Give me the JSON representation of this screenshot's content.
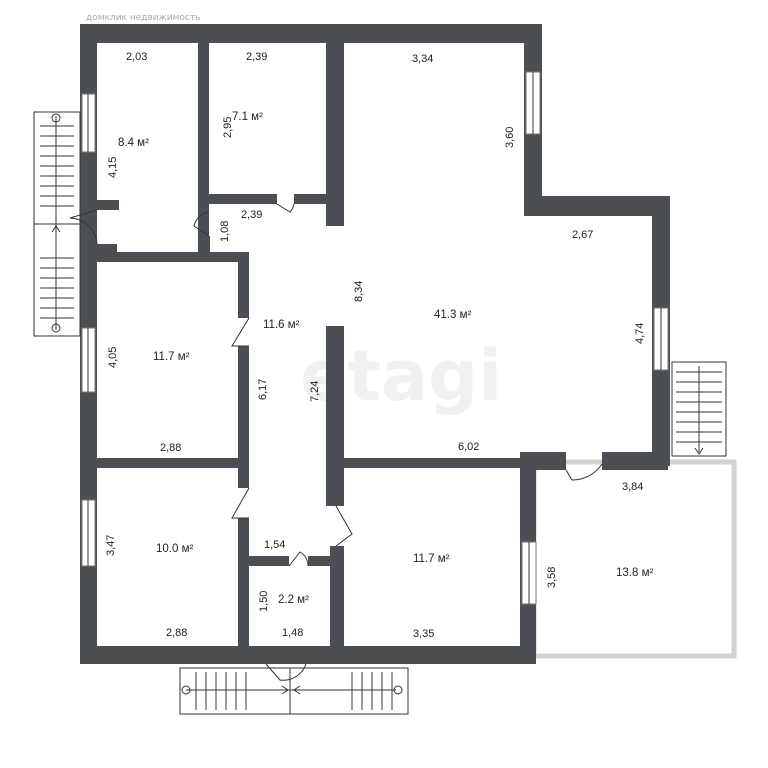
{
  "brand": "домклик недвижимость",
  "watermark": "etagi",
  "rooms": [
    {
      "id": "room-nw",
      "area": "8.4 м²"
    },
    {
      "id": "room-closet",
      "area": "7.1 м²"
    },
    {
      "id": "room-living",
      "area": "41.3 м²"
    },
    {
      "id": "room-corridor",
      "area": "11.6 м²"
    },
    {
      "id": "room-west-mid",
      "area": "11.7 м²"
    },
    {
      "id": "room-sw",
      "area": "10.0 м²"
    },
    {
      "id": "room-bath",
      "area": "2.2 м²"
    },
    {
      "id": "room-south",
      "area": "11.7 м²"
    },
    {
      "id": "room-terrace",
      "area": "13.8 м²"
    }
  ],
  "dimensions": [
    "2,03",
    "2,39",
    "3,34",
    "2,95",
    "4,15",
    "3,60",
    "2,39",
    "1,08",
    "2,67",
    "8,34",
    "4,74",
    "4,05",
    "6,17",
    "7,24",
    "2,88",
    "6,02",
    "3,84",
    "3,47",
    "1,54",
    "3,58",
    "1,50",
    "2,88",
    "1,48",
    "3,35"
  ]
}
